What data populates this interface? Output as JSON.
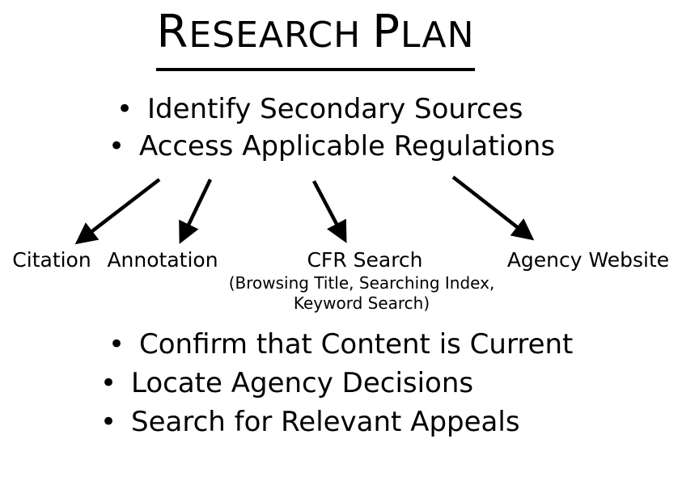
{
  "colors": {
    "background": "#ffffff",
    "text": "#000000"
  },
  "bullet_char": "•",
  "title": {
    "words": [
      {
        "initial": "R",
        "rest": "ESEARCH"
      },
      {
        "initial": "P",
        "rest": "LAN"
      }
    ]
  },
  "top_bullets": {
    "items": [
      "Identify Secondary Sources",
      "Access Applicable Regulations"
    ]
  },
  "branches": {
    "labels": [
      "Citation",
      "Annotation",
      "CFR Search",
      "Agency Website"
    ],
    "cfr_note": [
      "(Browsing Title, Searching Index,",
      "Keyword Search)"
    ]
  },
  "arrows": [
    {
      "from": "Access Applicable Regulations",
      "to": "Citation"
    },
    {
      "from": "Access Applicable Regulations",
      "to": "Annotation"
    },
    {
      "from": "Access Applicable Regulations",
      "to": "CFR Search"
    },
    {
      "from": "Access Applicable Regulations",
      "to": "Agency Website"
    }
  ],
  "bottom_bullets": {
    "items": [
      "Confirm that Content is Current",
      "Locate Agency Decisions",
      "Search for Relevant Appeals"
    ]
  }
}
